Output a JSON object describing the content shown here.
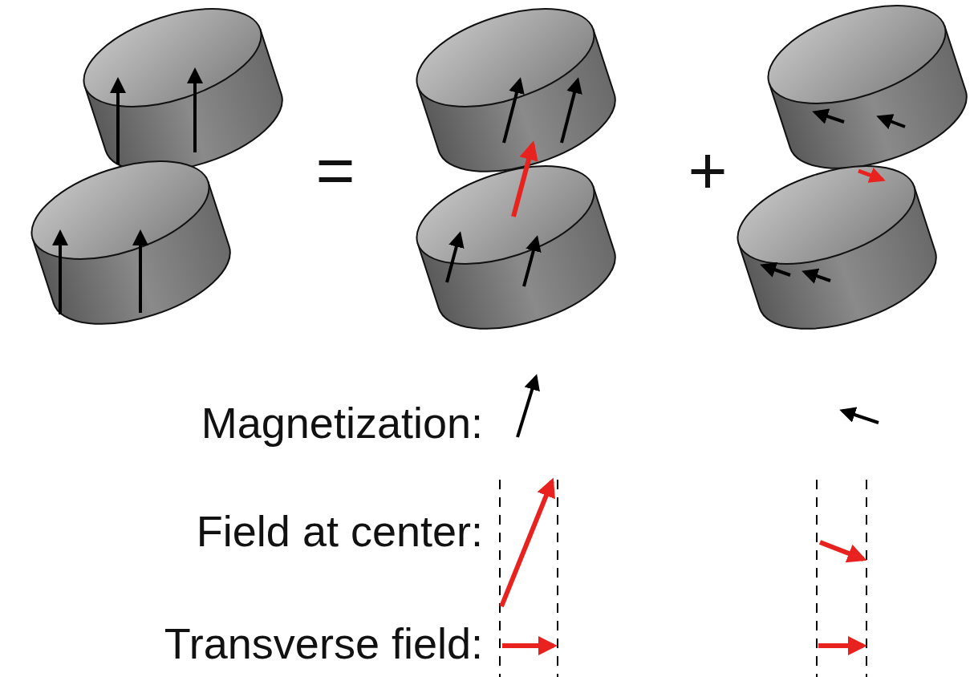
{
  "diagram": {
    "labels": [
      "=",
      "+",
      "Magnetization:",
      "Field at center:",
      "Transverse field:"
    ]
  }
}
